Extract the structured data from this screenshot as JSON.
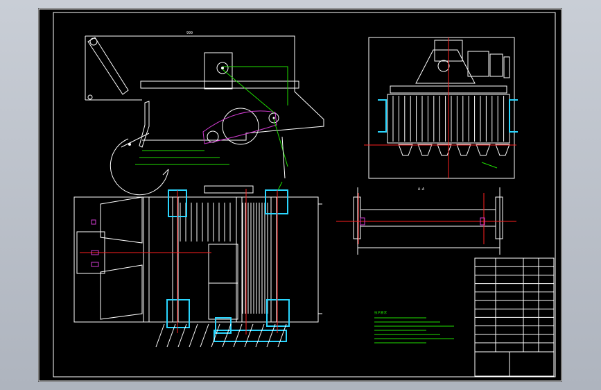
{
  "drawing": {
    "section_label": "A-A",
    "notes_heading": "技术要求",
    "title_block": {
      "drawing_title": "",
      "rows": 11
    }
  }
}
